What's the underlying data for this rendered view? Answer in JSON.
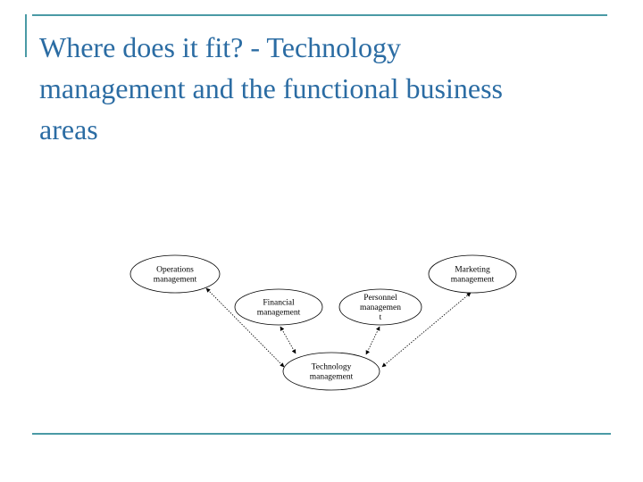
{
  "slide": {
    "title_line1": "Where does it fit? - Technology",
    "title_line2": "management and the functional business",
    "title_line3": "areas"
  },
  "diagram": {
    "nodes": [
      {
        "id": "operations",
        "lines": [
          "Operations",
          "management"
        ]
      },
      {
        "id": "financial",
        "lines": [
          "Financial",
          "management"
        ]
      },
      {
        "id": "personnel",
        "lines": [
          "Personnel",
          "managemen",
          "t"
        ]
      },
      {
        "id": "marketing",
        "lines": [
          "Marketing",
          "management"
        ]
      },
      {
        "id": "technology",
        "lines": [
          "Technology",
          "management"
        ]
      }
    ],
    "edges": [
      {
        "from": "technology",
        "to": "operations"
      },
      {
        "from": "technology",
        "to": "financial"
      },
      {
        "from": "technology",
        "to": "personnel"
      },
      {
        "from": "technology",
        "to": "marketing"
      }
    ],
    "colors": {
      "title": "#2b6ca3",
      "rule": "#4a9aa5",
      "edge": "#000000"
    }
  }
}
